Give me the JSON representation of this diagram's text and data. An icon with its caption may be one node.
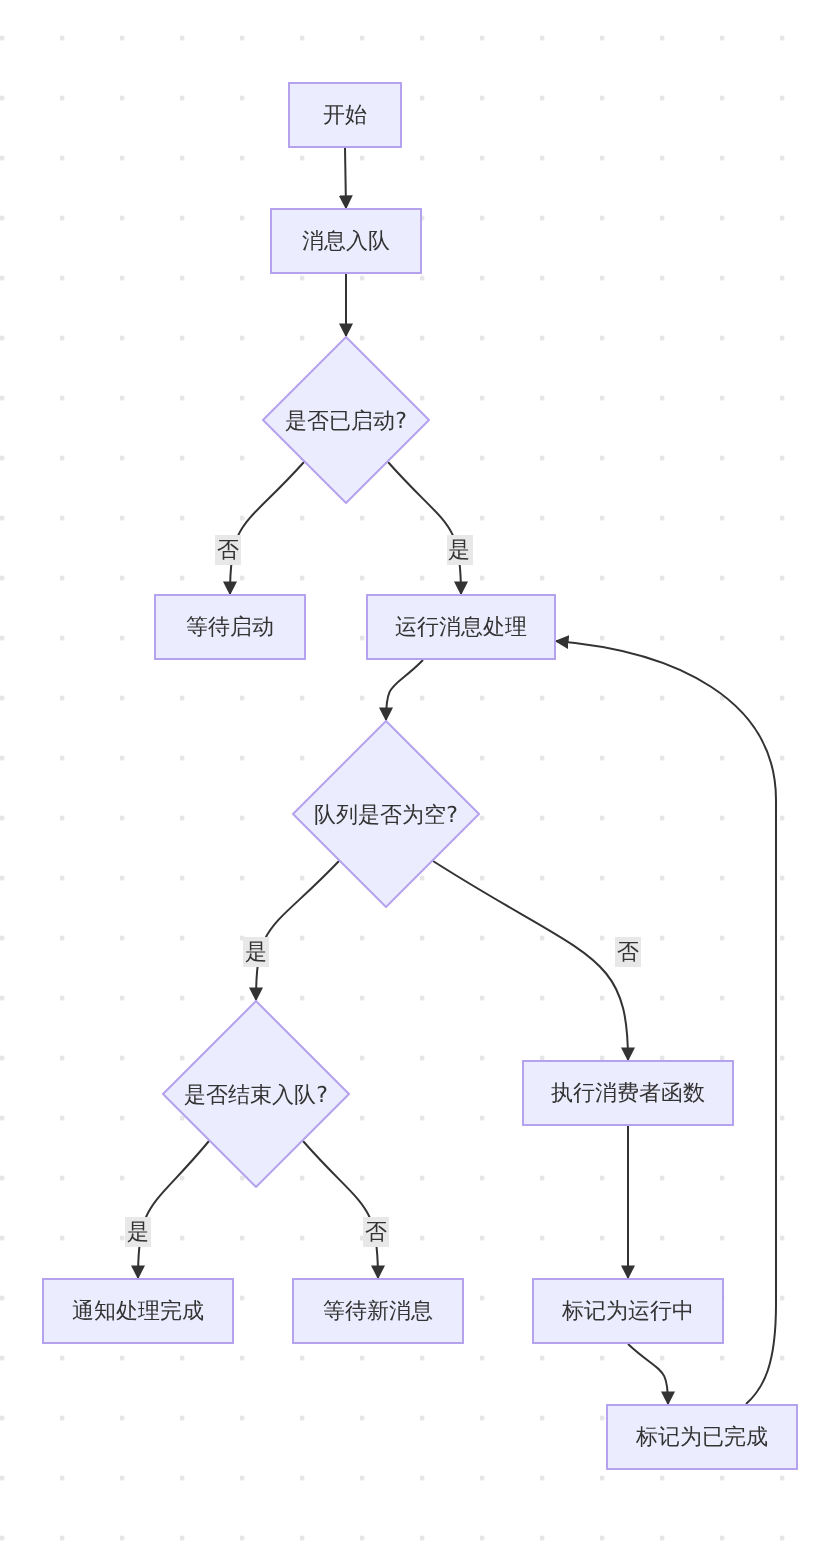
{
  "diagram": {
    "nodes": [
      {
        "text": [
          "开始"
        ]
      },
      {
        "text": [
          "消息入队"
        ]
      },
      {
        "text": [
          "是否已启动?"
        ]
      },
      {
        "text": [
          "等待启动"
        ]
      },
      {
        "text": [
          "运行消息处理"
        ]
      },
      {
        "text": [
          "队列是否为空?"
        ]
      },
      {
        "text": [
          "是否结束入队?"
        ]
      },
      {
        "text": [
          "执行消费者函数"
        ]
      },
      {
        "text": [
          "通知处理完成"
        ]
      },
      {
        "text": [
          "等待新消息"
        ]
      },
      {
        "text": [
          "标记为运行中"
        ]
      },
      {
        "text": [
          "标记为已完成"
        ]
      }
    ],
    "edges": [
      {
        "from": 0,
        "to": 1,
        "arrow": "to"
      },
      {
        "from": 1,
        "to": 2,
        "arrow": "to"
      },
      {
        "from": 2,
        "to": 3,
        "arrow": "to",
        "label": "否"
      },
      {
        "from": 2,
        "to": 4,
        "arrow": "to",
        "label": "是"
      },
      {
        "from": 4,
        "to": 5,
        "arrow": "to"
      },
      {
        "from": 5,
        "to": 6,
        "arrow": "to",
        "label": "是"
      },
      {
        "from": 5,
        "to": 7,
        "arrow": "to",
        "label": "否"
      },
      {
        "from": 6,
        "to": 8,
        "arrow": "to",
        "label": "是"
      },
      {
        "from": 6,
        "to": 9,
        "arrow": "to",
        "label": "否"
      },
      {
        "from": 7,
        "to": 10,
        "arrow": "to"
      },
      {
        "from": 10,
        "to": 11,
        "arrow": "to"
      },
      {
        "from": 11,
        "to": 4,
        "arrow": "to"
      }
    ]
  }
}
